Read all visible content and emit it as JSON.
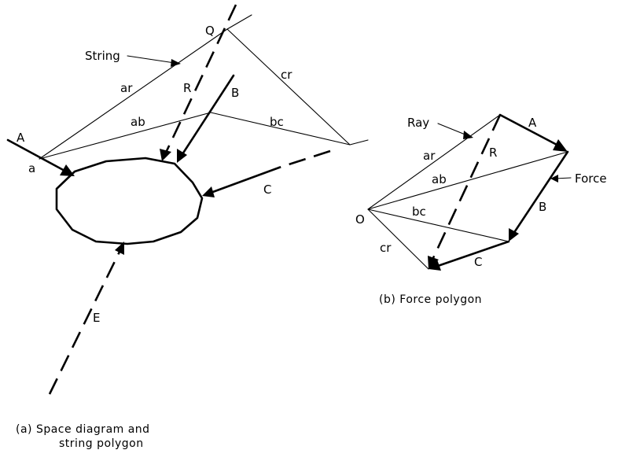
{
  "space_diagram": {
    "labels": {
      "string": "String",
      "q": "Q",
      "ar": "ar",
      "r": "R",
      "b": "B",
      "cr": "cr",
      "ab": "ab",
      "bc": "bc",
      "a_upper": "A",
      "a_lower": "a",
      "c": "C",
      "e": "E"
    },
    "caption_line1": "(a) Space diagram and",
    "caption_line2": "string polygon"
  },
  "force_polygon": {
    "labels": {
      "ray": "Ray",
      "a": "A",
      "ar": "ar",
      "r": "R",
      "ab": "ab",
      "force": "Force",
      "o": "O",
      "bc": "bc",
      "b": "B",
      "cr": "cr",
      "c": "C"
    },
    "caption": "(b) Force polygon"
  }
}
